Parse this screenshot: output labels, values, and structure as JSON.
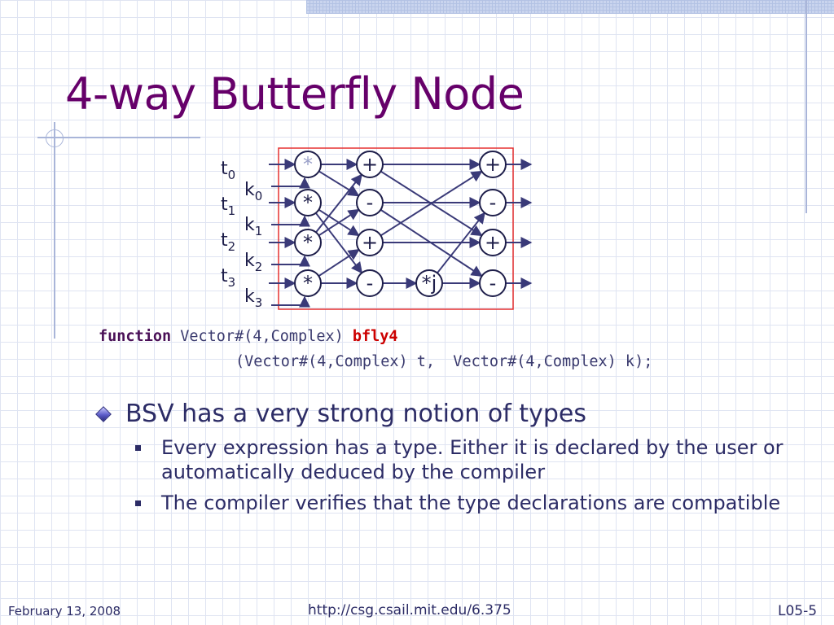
{
  "slide": {
    "title": "4-way Butterfly Node",
    "code": {
      "kw_function": "function",
      "ret_type": "Vector#(4,Complex)",
      "fname": "bfly4",
      "params": "(Vector#(4,Complex) t,  Vector#(4,Complex) k);"
    },
    "bullets": [
      {
        "text": "BSV has a very strong notion of types",
        "subs": [
          "Every expression has a type. Either it is declared by the user or automatically deduced by the compiler",
          "The compiler verifies that the type declarations are compatible"
        ]
      }
    ],
    "footer": {
      "date": "February 13, 2008",
      "url": "http://csg.csail.mit.edu/6.375",
      "slide_no": "L05-5"
    }
  },
  "diagram": {
    "inputs": [
      {
        "main": "t",
        "sub": "0"
      },
      {
        "main": "t",
        "sub": "1"
      },
      {
        "main": "t",
        "sub": "2"
      },
      {
        "main": "t",
        "sub": "3"
      }
    ],
    "twiddles": [
      {
        "main": "k",
        "sub": "0"
      },
      {
        "main": "k",
        "sub": "1"
      },
      {
        "main": "k",
        "sub": "2"
      },
      {
        "main": "k",
        "sub": "3"
      }
    ],
    "stage1": [
      "*",
      "*",
      "*",
      "*"
    ],
    "stage2": [
      "+",
      "-",
      "+",
      "-"
    ],
    "stage3": [
      "*j"
    ],
    "stage4": [
      "+",
      "-",
      "+",
      "-"
    ]
  }
}
